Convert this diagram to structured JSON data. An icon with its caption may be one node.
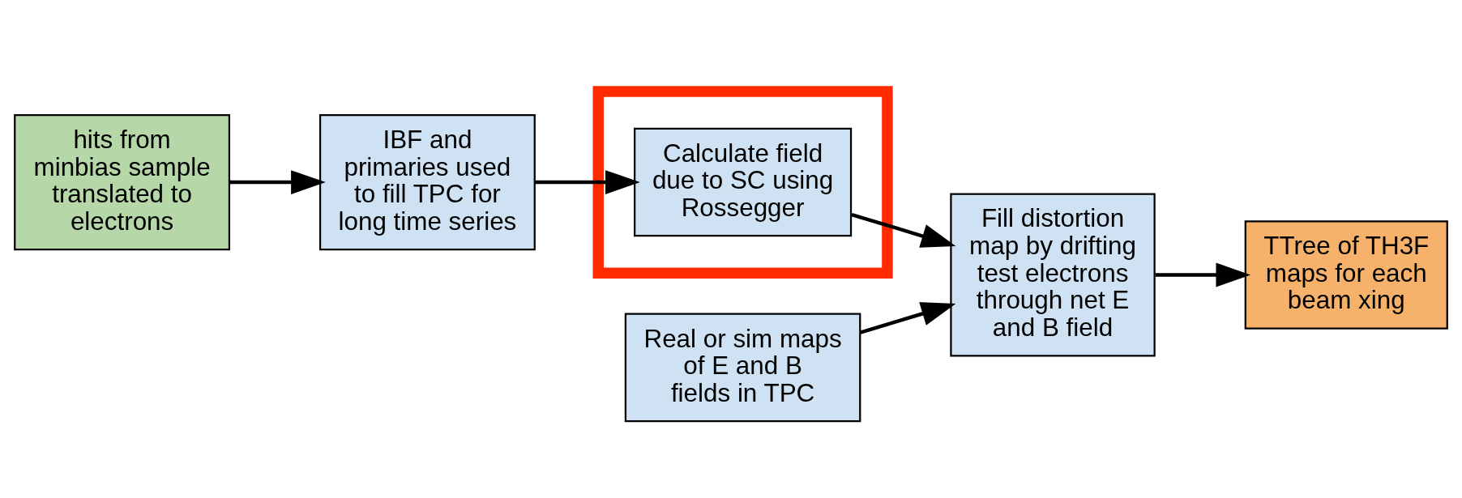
{
  "diagram": {
    "nodes": [
      {
        "text": [
          "hits from minbias sample translated to electrons"
        ]
      },
      {
        "text": [
          "IBF and primaries used to fill TPC for long time series"
        ]
      },
      {
        "text": [],
        "shape": "box"
      },
      {
        "text": [
          "Calculate field due to SC using Rossegger"
        ],
        "in": 2
      },
      {
        "text": [
          "Fill distortion map by drifting test electrons through net E and B field"
        ]
      },
      {
        "text": [
          "TTree of TH3F maps for each beam xing"
        ]
      },
      {
        "text": [
          "Real or sim maps of E and B fields in TPC"
        ]
      }
    ],
    "edges": [
      {
        "from": 0,
        "to": 1,
        "arrow": "to"
      },
      {
        "from": 1,
        "to": 3,
        "arrow": "to"
      },
      {
        "from": 3,
        "to": 4,
        "arrow": "to"
      },
      {
        "from": 4,
        "to": 5,
        "arrow": "to"
      },
      {
        "from": 6,
        "to": 4,
        "arrow": "to"
      }
    ]
  }
}
